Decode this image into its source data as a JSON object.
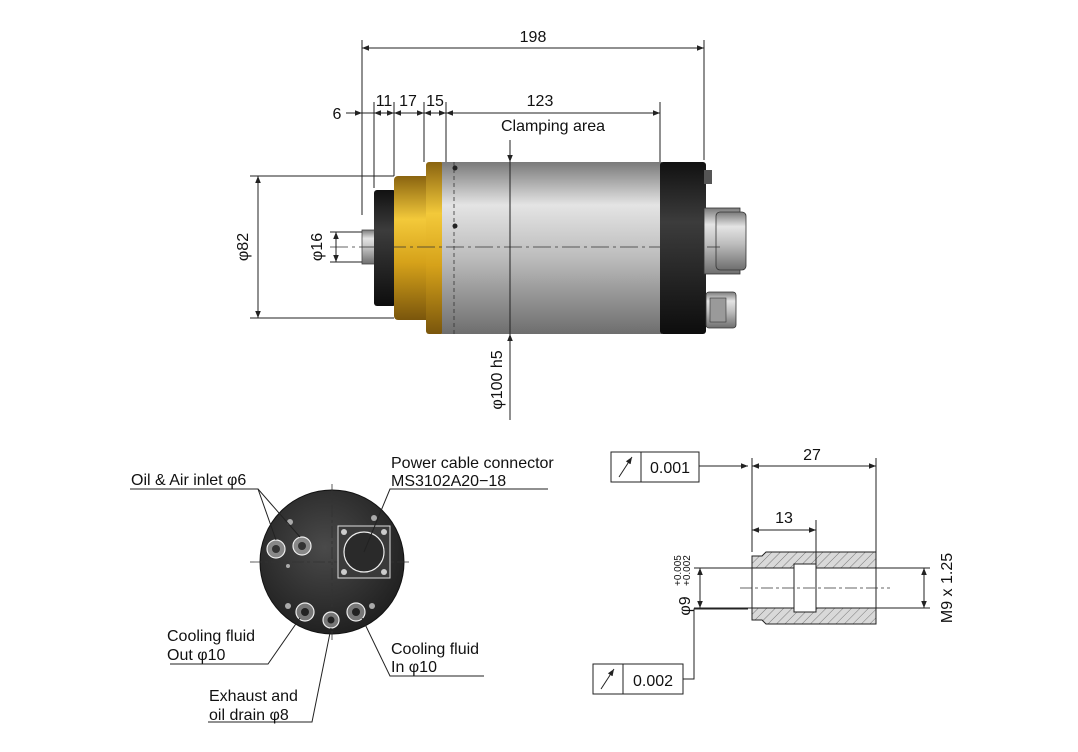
{
  "side_view": {
    "dims": {
      "overall_length": "198",
      "d6": "6",
      "d11": "11",
      "d17": "17",
      "d15": "15",
      "d123": "123",
      "clamping_area": "Clamping area",
      "dia82": "φ82",
      "dia16": "φ16",
      "dia100": "φ100 h5"
    }
  },
  "end_view": {
    "oil_air_inlet": "Oil & Air inlet φ6",
    "power_connector_1": "Power cable connector",
    "power_connector_2": "MS3102A20−18",
    "cooling_out_1": "Cooling fluid",
    "cooling_out_2": "Out φ10",
    "cooling_in_1": "Cooling fluid",
    "cooling_in_2": "In φ10",
    "exhaust_1": "Exhaust and",
    "exhaust_2": "oil drain φ8"
  },
  "collet_section": {
    "runout_top": "0.001",
    "runout_bottom": "0.002",
    "length_27": "27",
    "length_13": "13",
    "bore_dia": "φ9",
    "tol_upper": "+0.005",
    "tol_lower": "+0.002",
    "thread": "M9 x 1.25"
  },
  "colors": {
    "gold": "#d6a21a",
    "silver": "#b8b8b8",
    "dark_body": "#2a2a2a",
    "hatch": "#888888"
  }
}
